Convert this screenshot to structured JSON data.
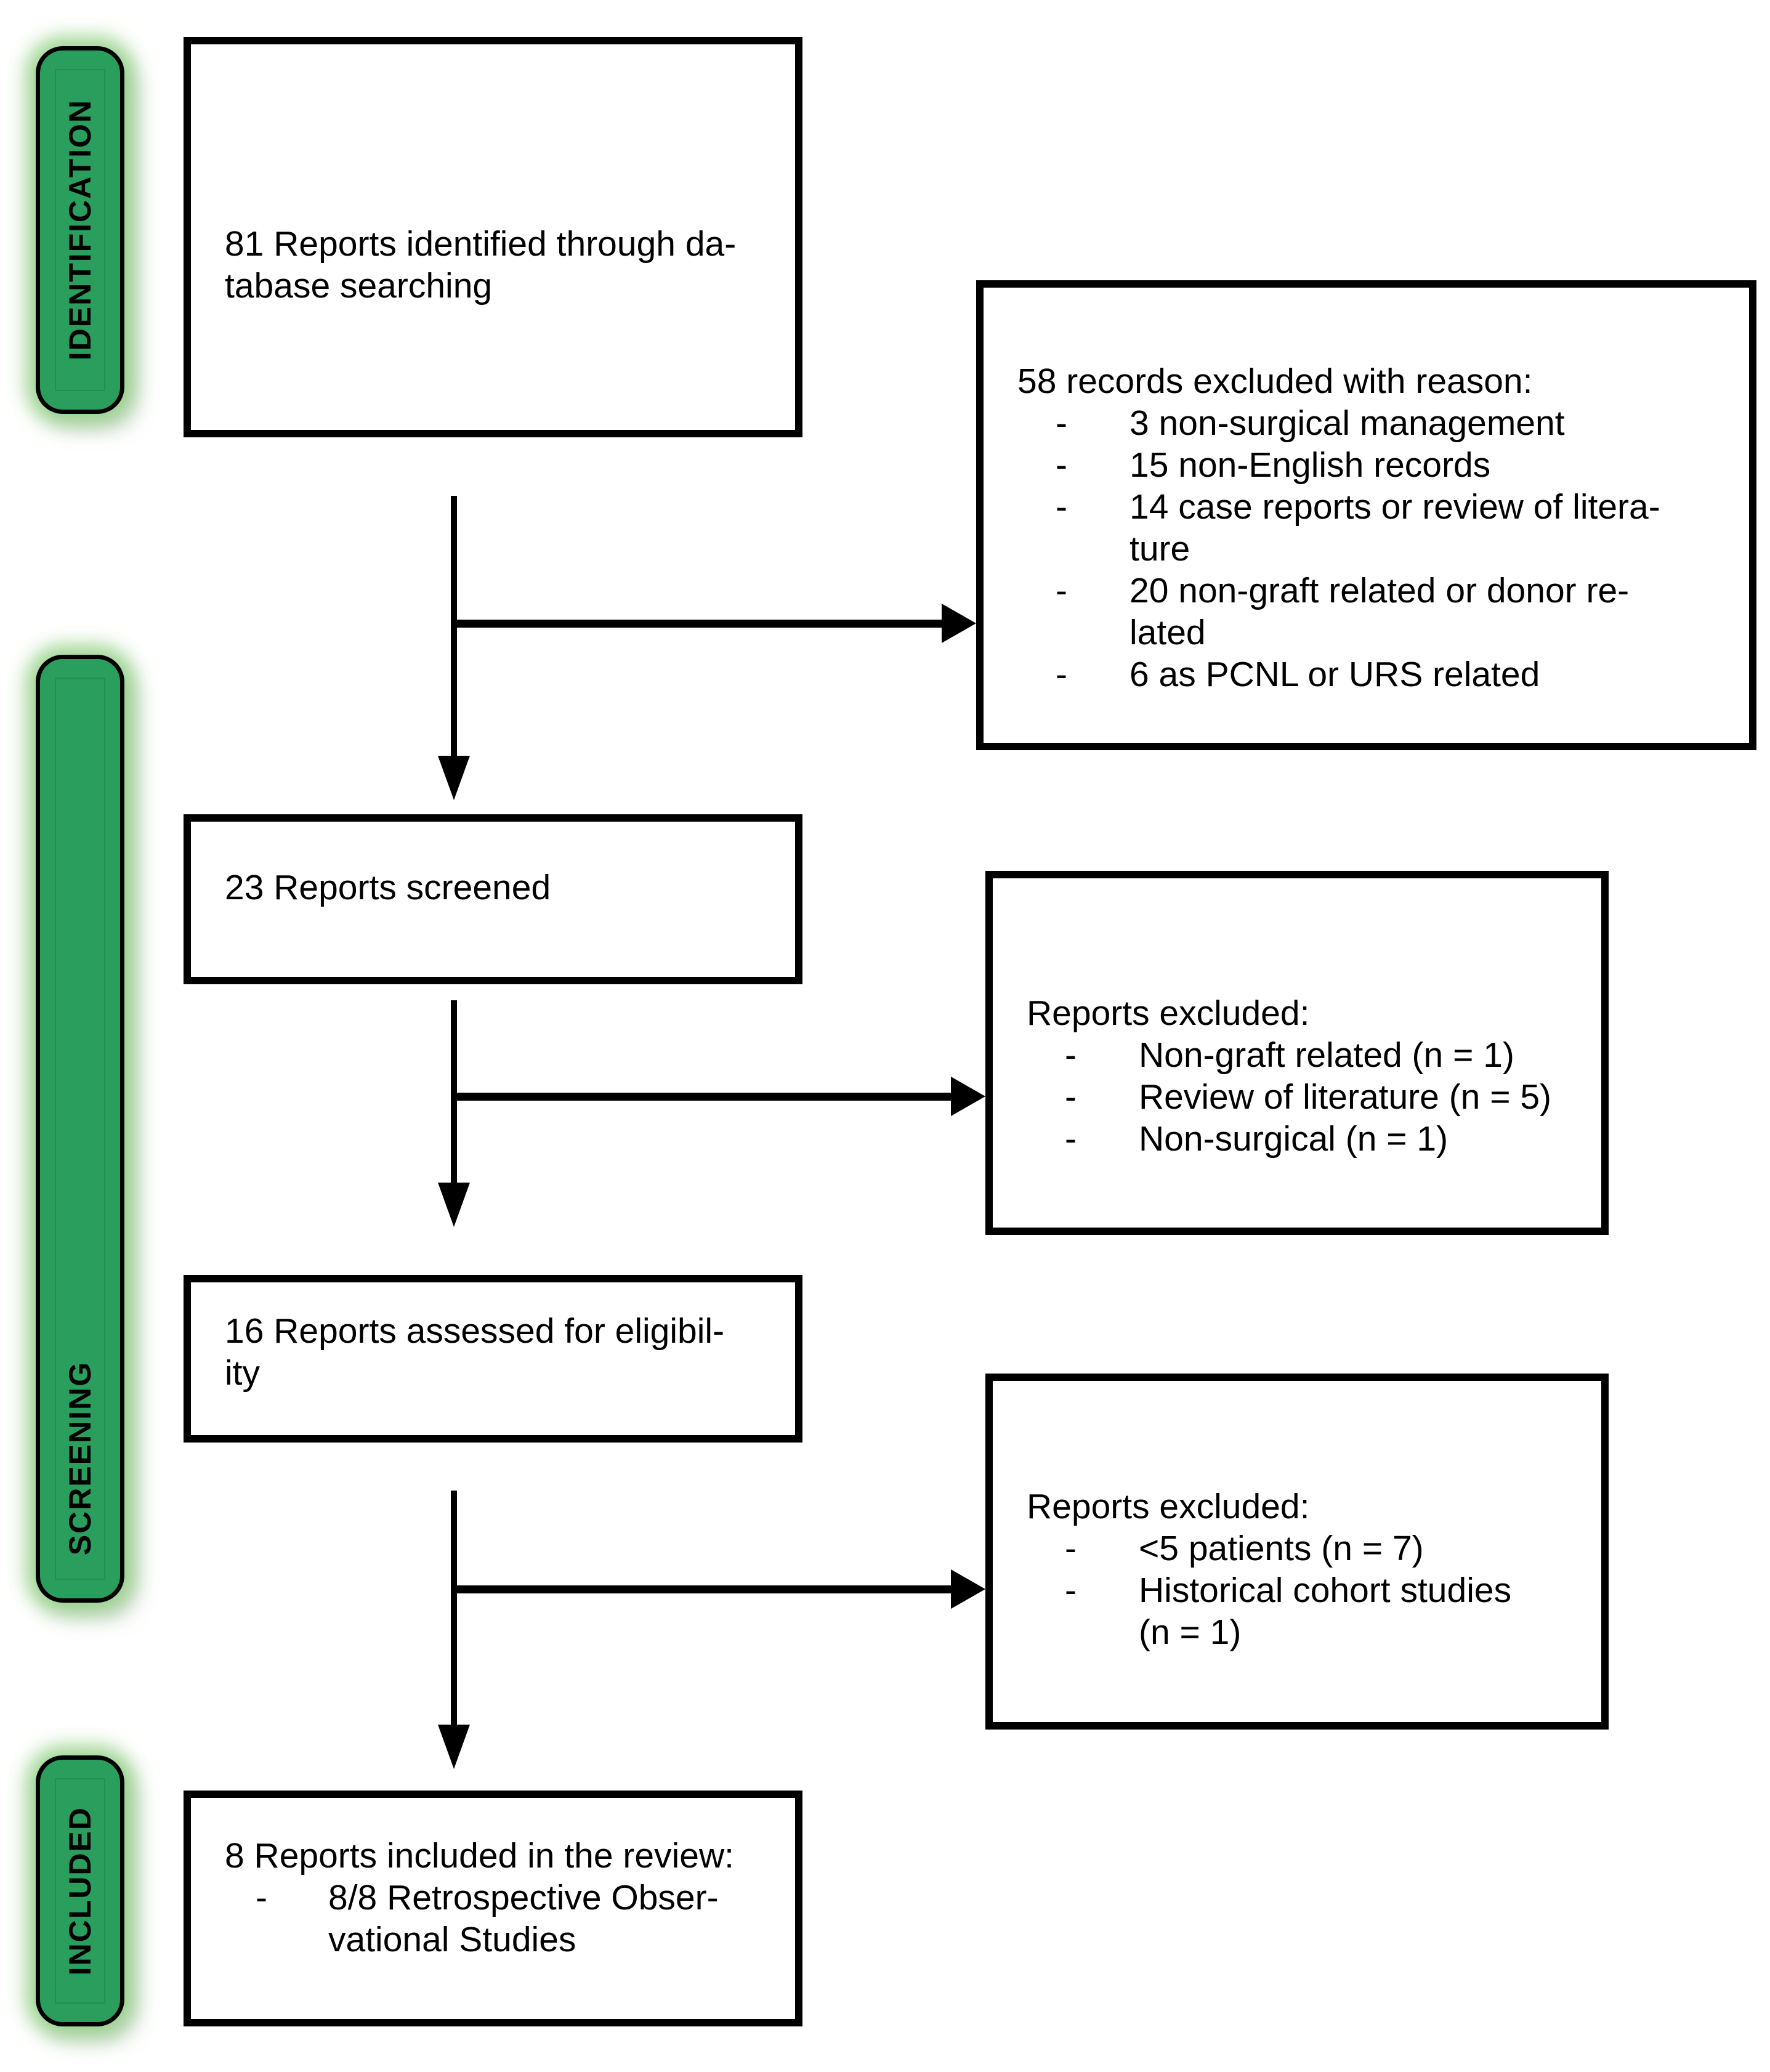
{
  "figure": {
    "type": "prisma-flow-diagram",
    "dash": "-",
    "colors": {
      "stage_fill": "#2a9e5c",
      "stage_glow": "#96d287",
      "line": "#000000",
      "background": "#ffffff",
      "text": "#000000"
    },
    "stages": [
      {
        "id": "identification",
        "label": "IDENTIFICATION"
      },
      {
        "id": "screening",
        "label": "SCREENING"
      },
      {
        "id": "included",
        "label": "INCLUDED"
      }
    ],
    "main_boxes": [
      {
        "id": "identified",
        "text": "81 Reports identified through da-\ntabase searching"
      },
      {
        "id": "screened",
        "text": "23 Reports screened"
      },
      {
        "id": "eligibility",
        "text": "16 Reports assessed for eligibil-\nity"
      },
      {
        "id": "included",
        "title": "8 Reports included in the review:",
        "bullets": [
          "8/8 Retrospective Obser-\nvational Studies"
        ]
      }
    ],
    "exclusion_boxes": [
      {
        "id": "excluded-with-reason",
        "title": "58 records excluded with reason:",
        "bullets": [
          "3 non-surgical management",
          "15 non-English records",
          "14 case reports or review of litera-\nture",
          "20 non-graft related or donor re-\nlated",
          "6 as PCNL or URS related"
        ]
      },
      {
        "id": "excluded-screening",
        "title": "Reports excluded:",
        "bullets": [
          "Non-graft related (n = 1)",
          "Review of literature (n = 5)",
          "Non-surgical (n = 1)"
        ]
      },
      {
        "id": "excluded-eligibility",
        "title": "Reports excluded:",
        "bullets": [
          "<5 patients (n = 7)",
          "Historical cohort studies\n(n = 1)"
        ]
      }
    ]
  }
}
